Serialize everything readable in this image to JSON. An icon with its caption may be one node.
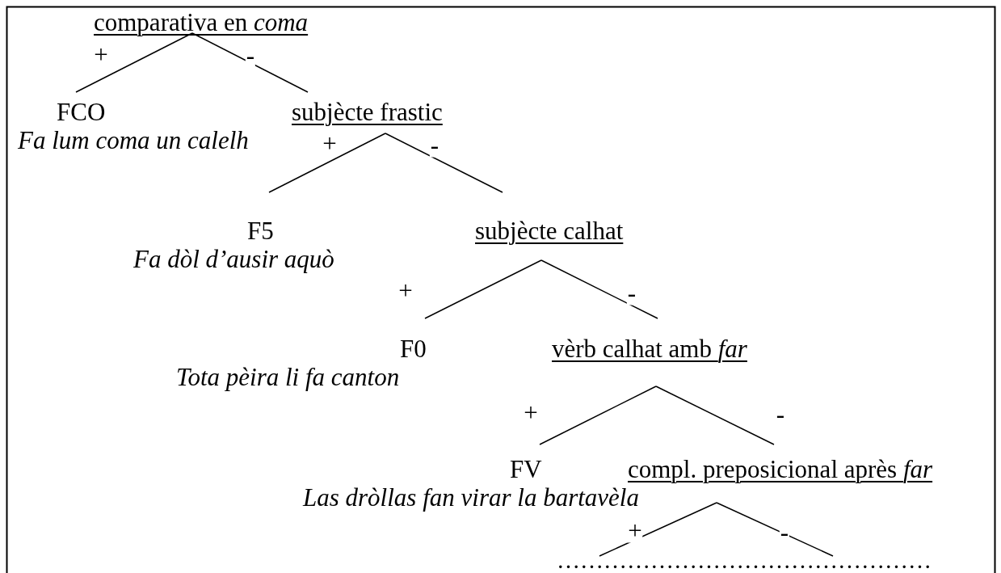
{
  "diagram": {
    "nodes": [
      {
        "text": [
          "comparativa en *coma*"
        ]
      },
      {
        "text": [
          "FCO",
          "Fa lum coma un calelh"
        ]
      },
      {
        "text": [
          "subjècte frastic"
        ]
      },
      {
        "text": [
          "F5",
          "Fa dòl d’ausir aquò"
        ]
      },
      {
        "text": [
          "subjècte calhat"
        ]
      },
      {
        "text": [
          "F0",
          "Tota pèira li fa canton"
        ]
      },
      {
        "text": [
          "vèrb calhat amb *far*"
        ]
      },
      {
        "text": [
          "FV",
          "Las dròllas fan virar la bartavèla"
        ]
      },
      {
        "text": [
          "compl. preposicional après *far*"
        ]
      },
      {
        "text": [
          "…………………………………………"
        ]
      }
    ],
    "edges": [
      {
        "from": 0,
        "to": 1,
        "arrow": "none",
        "label": "+"
      },
      {
        "from": 0,
        "to": 2,
        "arrow": "none",
        "label": "-"
      },
      {
        "from": 2,
        "to": 3,
        "arrow": "none",
        "label": "+"
      },
      {
        "from": 2,
        "to": 4,
        "arrow": "none",
        "label": "-"
      },
      {
        "from": 4,
        "to": 5,
        "arrow": "none",
        "label": "+"
      },
      {
        "from": 4,
        "to": 6,
        "arrow": "none",
        "label": "-"
      },
      {
        "from": 6,
        "to": 7,
        "arrow": "none",
        "label": "+"
      },
      {
        "from": 6,
        "to": 8,
        "arrow": "none",
        "label": "-"
      },
      {
        "from": 8,
        "to": 9,
        "arrow": "none",
        "label": "+"
      },
      {
        "from": 8,
        "to": 9,
        "arrow": "none",
        "label": "-"
      }
    ]
  }
}
